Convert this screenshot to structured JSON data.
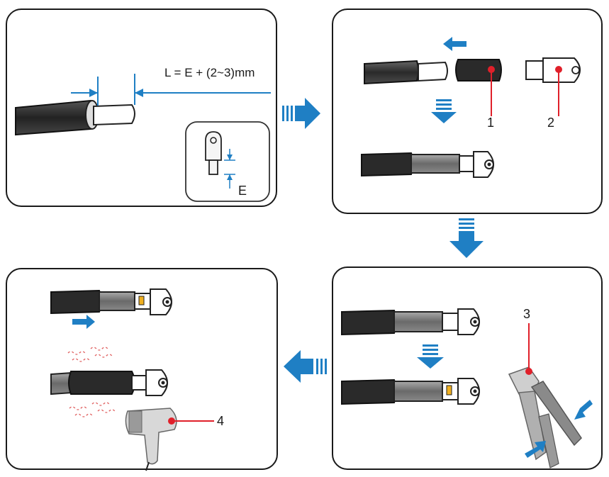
{
  "steps": [
    {
      "formula": "L = E + (2~3)mm",
      "inset_label": "E"
    },
    {
      "callouts": [
        "1",
        "2"
      ]
    },
    {
      "callouts": [
        "3"
      ]
    },
    {
      "callouts": [
        "4"
      ]
    }
  ],
  "colors": {
    "accent": "#1f7fc4",
    "callout": "#e0202a",
    "heat": "#e06060",
    "outline": "#1a1a1a"
  }
}
